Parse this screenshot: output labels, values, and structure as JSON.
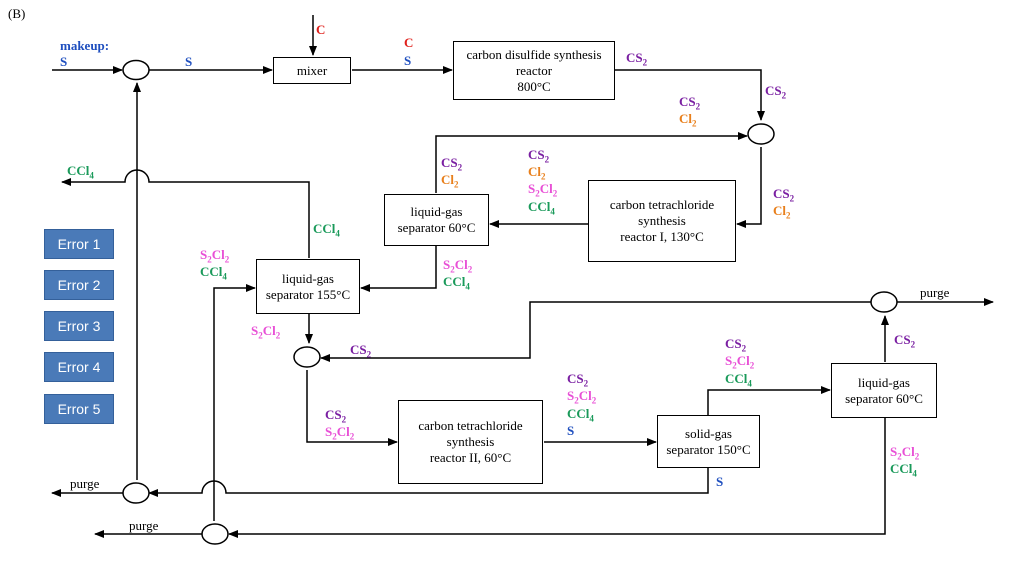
{
  "panel_label": "(B)",
  "blocks": {
    "mixer": [
      "mixer"
    ],
    "cs2_reactor": [
      "carbon disulfide synthesis",
      "reactor",
      "800°C"
    ],
    "ccl4_reactor_1": [
      "carbon tetrachloride",
      "synthesis",
      "reactor I, 130°C"
    ],
    "sep_60_top": [
      "liquid-gas",
      "separator 60°C"
    ],
    "sep_155": [
      "liquid-gas",
      "separator 155°C"
    ],
    "ccl4_reactor_2": [
      "carbon tetrachloride",
      "synthesis",
      "reactor II, 60°C"
    ],
    "solid_gas_sep": [
      "solid-gas",
      "separator 150°C"
    ],
    "sep_60_right": [
      "liquid-gas",
      "separator 60°C"
    ]
  },
  "streams": {
    "makeup_title": "makeup:",
    "makeup_s": "S",
    "s_to_mixer": "S",
    "c_in": "C",
    "mix_out_c": "C",
    "mix_out_s": "S",
    "purge_top": "purge",
    "purge_left": "purge",
    "purge_bottom": "purge"
  },
  "error_buttons": [
    "Error 1",
    "Error 2",
    "Error 3",
    "Error 4",
    "Error 5"
  ]
}
